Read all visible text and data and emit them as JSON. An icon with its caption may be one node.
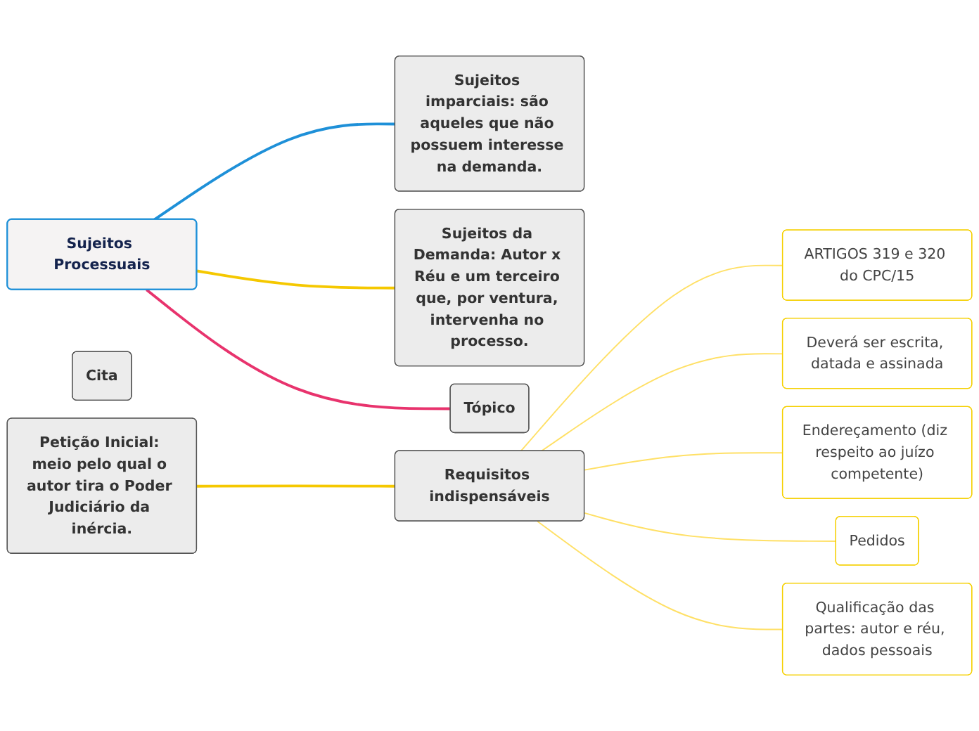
{
  "diagram": {
    "nodes": [
      {
        "text": [
          "Sujeitos Processuais"
        ]
      },
      {
        "text": [
          "Sujeitos imparciais: são aqueles que não possuem interesse na demanda."
        ]
      },
      {
        "text": [
          "Sujeitos da Demanda: Autor x Réu e um terceiro que, por ventura, intervenha no processo."
        ]
      },
      {
        "text": [
          "Tópico"
        ]
      },
      {
        "text": [
          "Cita"
        ]
      },
      {
        "text": [
          "Petição Inicial: meio pelo qual o autor tira o Poder Judiciário da inércia."
        ]
      },
      {
        "text": [
          "Requisitos indispensáveis"
        ]
      },
      {
        "text": [
          "ARTIGOS 319 e 320 do CPC/15"
        ]
      },
      {
        "text": [
          "Deverá ser escrita, datada e assinada"
        ]
      },
      {
        "text": [
          "Endereçamento (diz respeito ao juízo competente)"
        ]
      },
      {
        "text": [
          "Pedidos"
        ]
      },
      {
        "text": [
          "Qualificação das partes: autor e réu, dados pessoais"
        ]
      }
    ],
    "edges": [
      {
        "from": 0,
        "to": 1,
        "arrow": "none",
        "color": "#1e90d8"
      },
      {
        "from": 0,
        "to": 2,
        "arrow": "none",
        "color": "#f5c800"
      },
      {
        "from": 0,
        "to": 3,
        "arrow": "none",
        "color": "#e8336d"
      },
      {
        "from": 5,
        "to": 6,
        "arrow": "none",
        "color": "#f5c800"
      },
      {
        "from": 6,
        "to": 7,
        "arrow": "none"
      },
      {
        "from": 6,
        "to": 8,
        "arrow": "none"
      },
      {
        "from": 6,
        "to": 9,
        "arrow": "none"
      },
      {
        "from": 6,
        "to": 10,
        "arrow": "none"
      },
      {
        "from": 6,
        "to": 11,
        "arrow": "none"
      }
    ]
  }
}
